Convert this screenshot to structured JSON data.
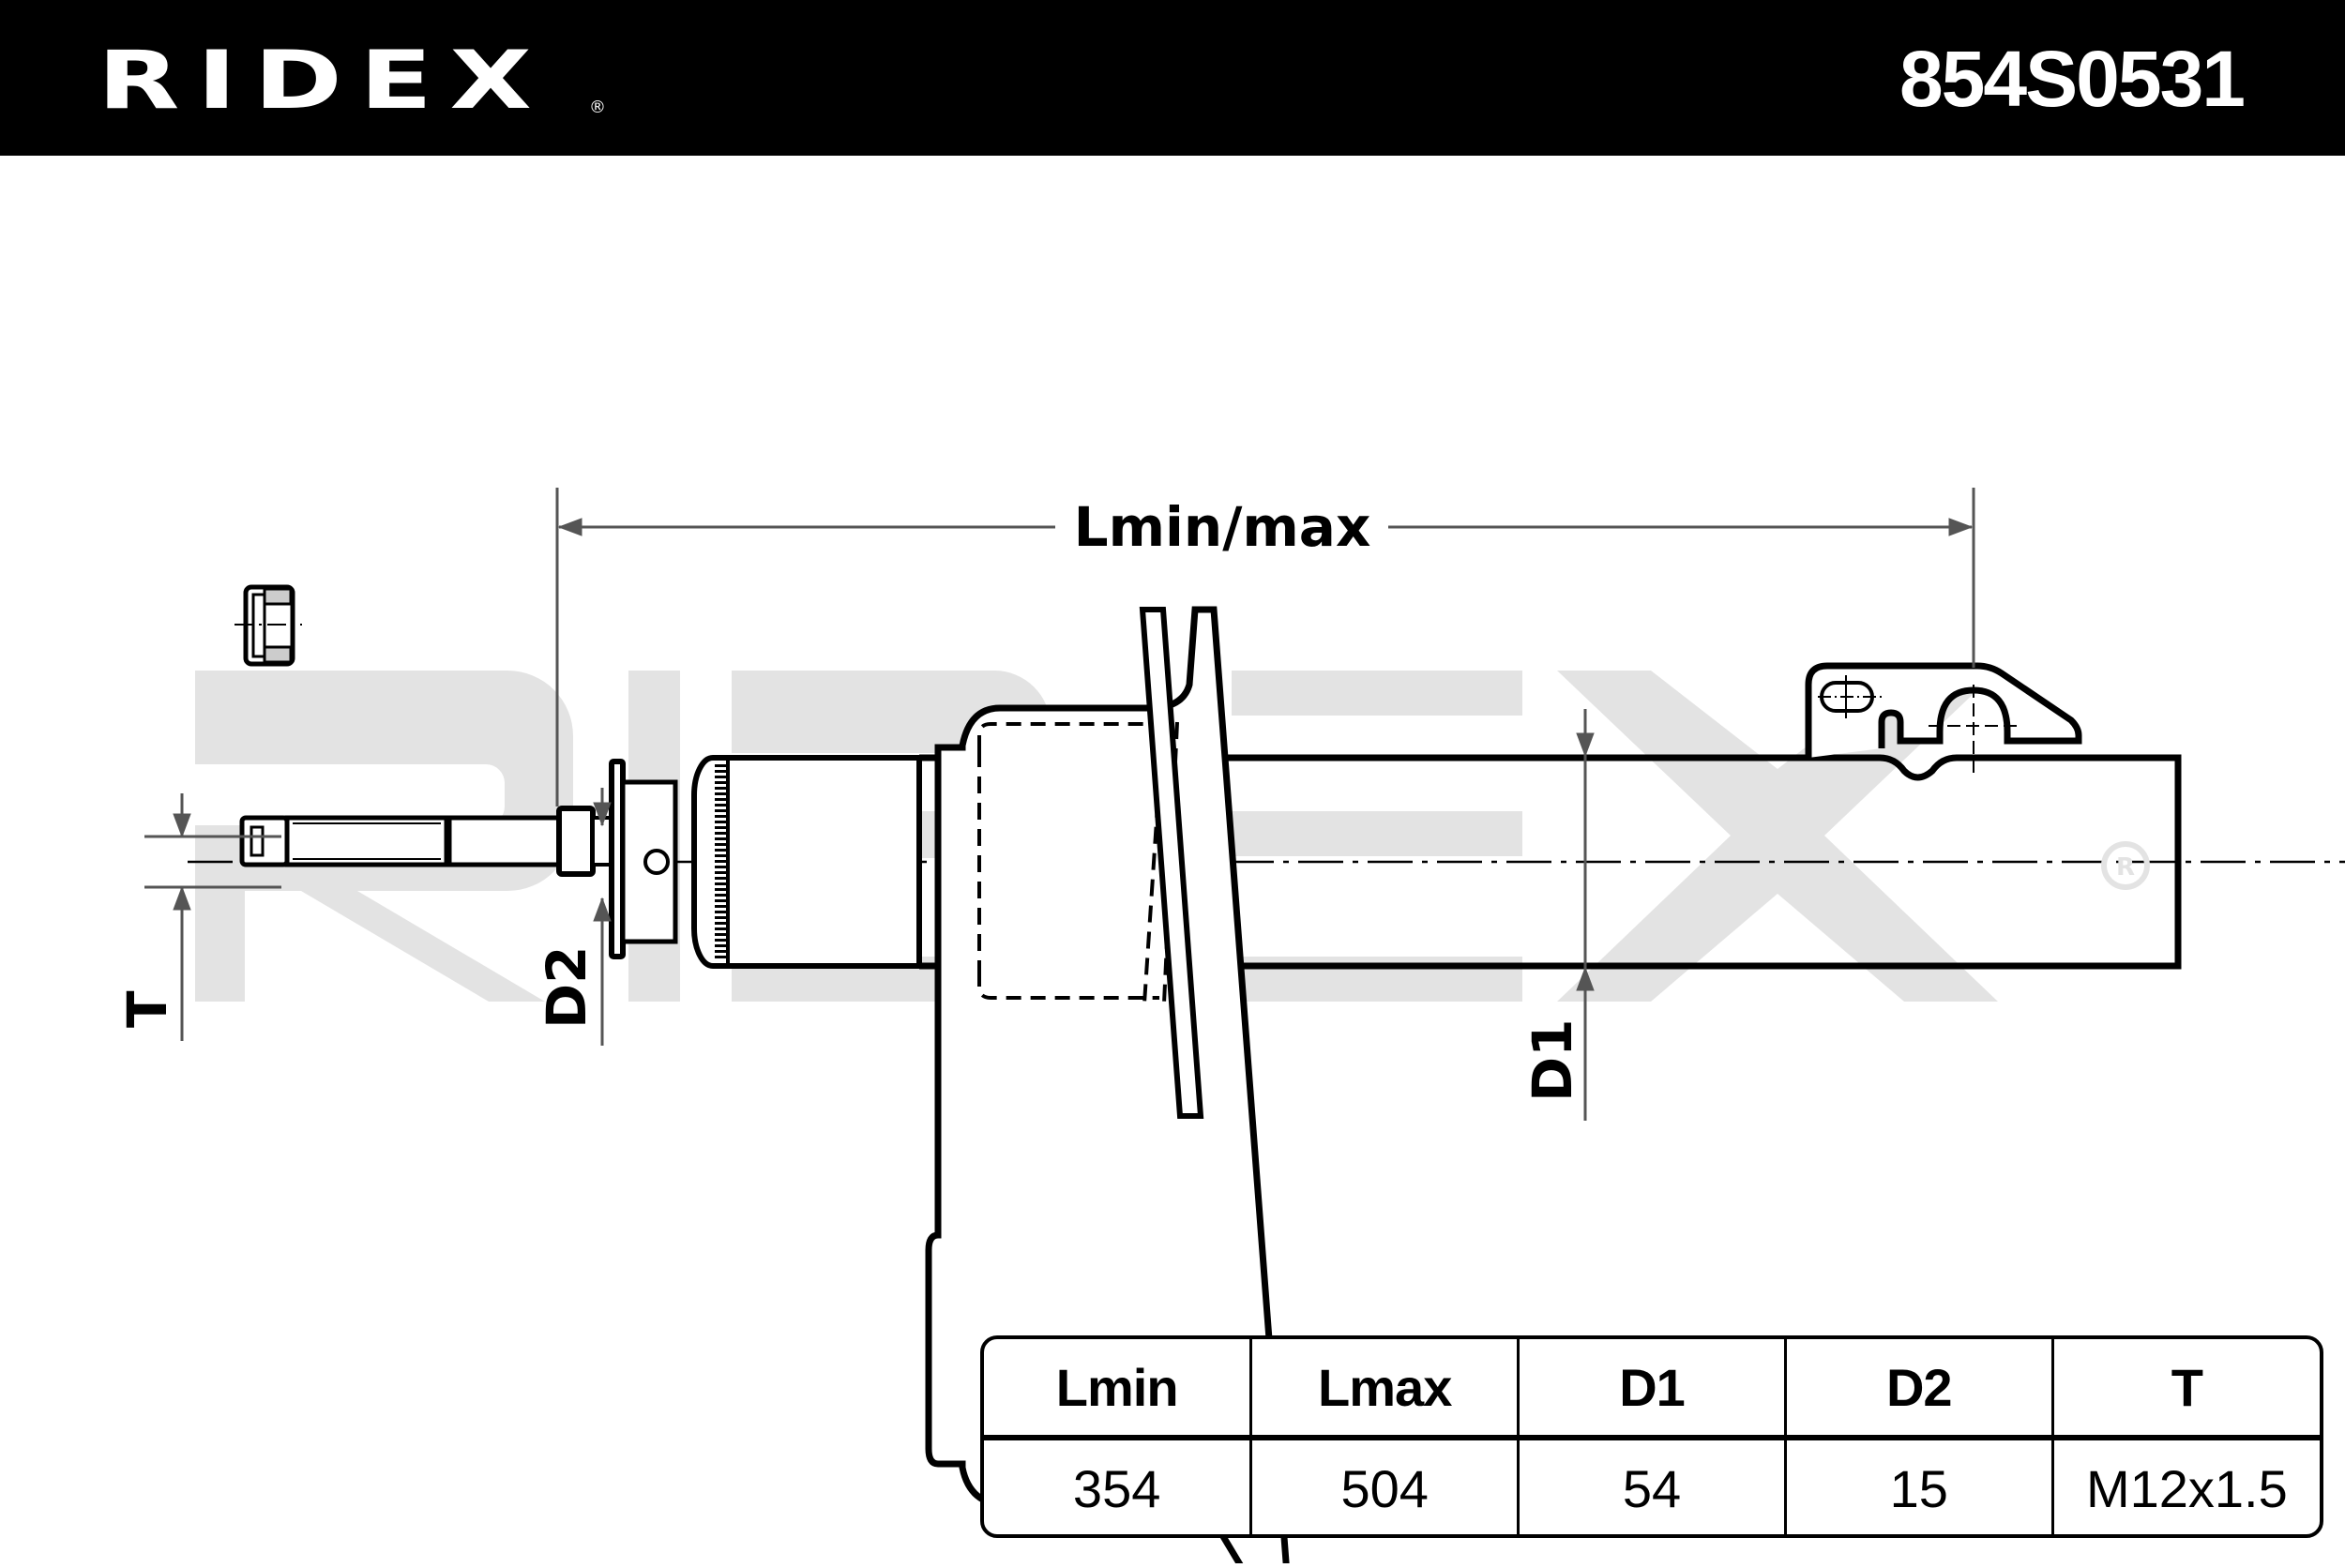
{
  "header": {
    "brand": "RIDEX",
    "brand_mark": "®",
    "part_number": "854S0531"
  },
  "watermark": {
    "text": "RIDEX",
    "mark": "®"
  },
  "drawing": {
    "title": "Shock absorber dimensional drawing",
    "labels": {
      "length": "Lmin/max",
      "thread": "T",
      "rod_diameter": "D2",
      "body_diameter": "D1"
    }
  },
  "spec_table": {
    "headers": [
      "Lmin",
      "Lmax",
      "D1",
      "D2",
      "T"
    ],
    "values": [
      "354",
      "504",
      "54",
      "15",
      "M12x1.5"
    ]
  },
  "colors": {
    "header_bg": "#000000",
    "header_text": "#ffffff",
    "line": "#000000",
    "dimension_line": "#555555",
    "watermark": "#e3e3e3"
  }
}
